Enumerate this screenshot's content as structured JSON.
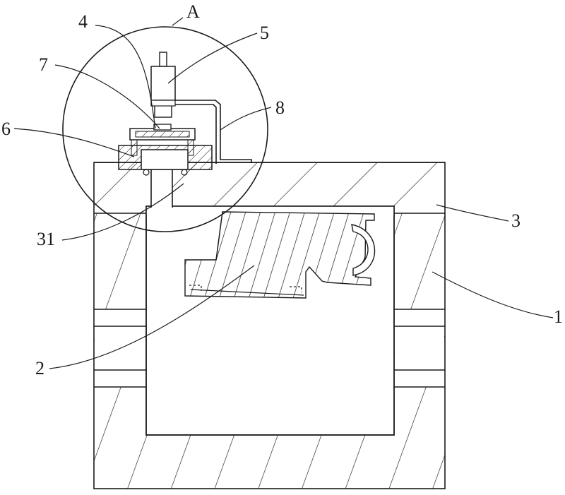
{
  "labels": {
    "detail": "A",
    "p1": "1",
    "p2": "2",
    "p3": "3",
    "p31": "31",
    "p4": "4",
    "p5": "5",
    "p6": "6",
    "p7": "7",
    "p8": "8"
  }
}
